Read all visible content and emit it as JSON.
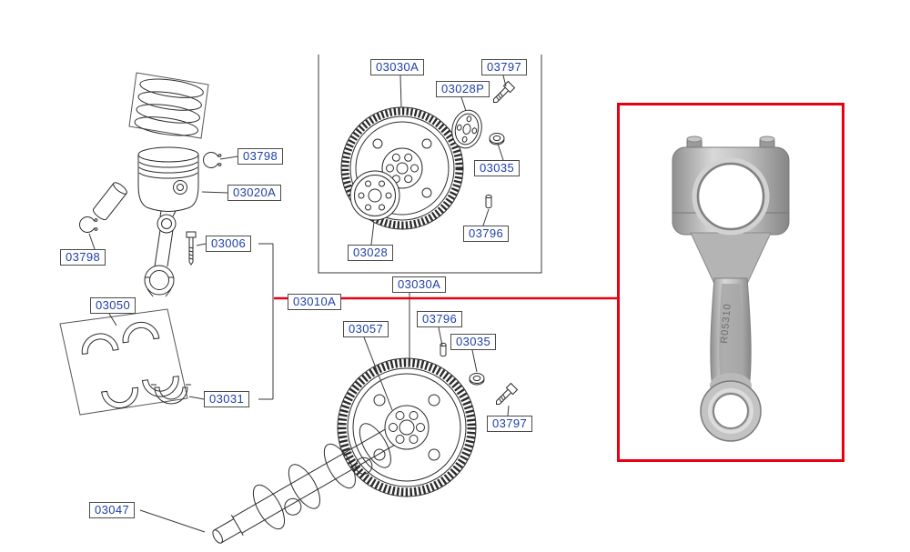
{
  "page": {
    "background": "#ffffff"
  },
  "highlight": {
    "box_color": "#e60012",
    "line_color": "#e60012"
  },
  "labels": [
    {
      "id": "drive-plate",
      "text": "03030A"
    },
    {
      "id": "bolt-top",
      "text": "03797"
    },
    {
      "id": "adapter-plate",
      "text": "03028P"
    },
    {
      "id": "washer-top",
      "text": "03035"
    },
    {
      "id": "pin-top",
      "text": "03796"
    },
    {
      "id": "crank-adapter",
      "text": "03028"
    },
    {
      "id": "snap-ring-right",
      "text": "03798"
    },
    {
      "id": "piston",
      "text": "03020A"
    },
    {
      "id": "rod-bolt",
      "text": "03006"
    },
    {
      "id": "snap-ring-left",
      "text": "03798"
    },
    {
      "id": "bearing-set",
      "text": "03050"
    },
    {
      "id": "rod-assembly",
      "text": "03010A"
    },
    {
      "id": "flywheel",
      "text": "03030A"
    },
    {
      "id": "pilot-part",
      "text": "03057"
    },
    {
      "id": "pin-bottom",
      "text": "03796"
    },
    {
      "id": "washer-bottom",
      "text": "03035"
    },
    {
      "id": "rod-cap",
      "text": "03031"
    },
    {
      "id": "bolt-bottom",
      "text": "03797"
    },
    {
      "id": "crankshaft",
      "text": "03047"
    }
  ],
  "photo": {
    "rod_marking": "R05310"
  }
}
